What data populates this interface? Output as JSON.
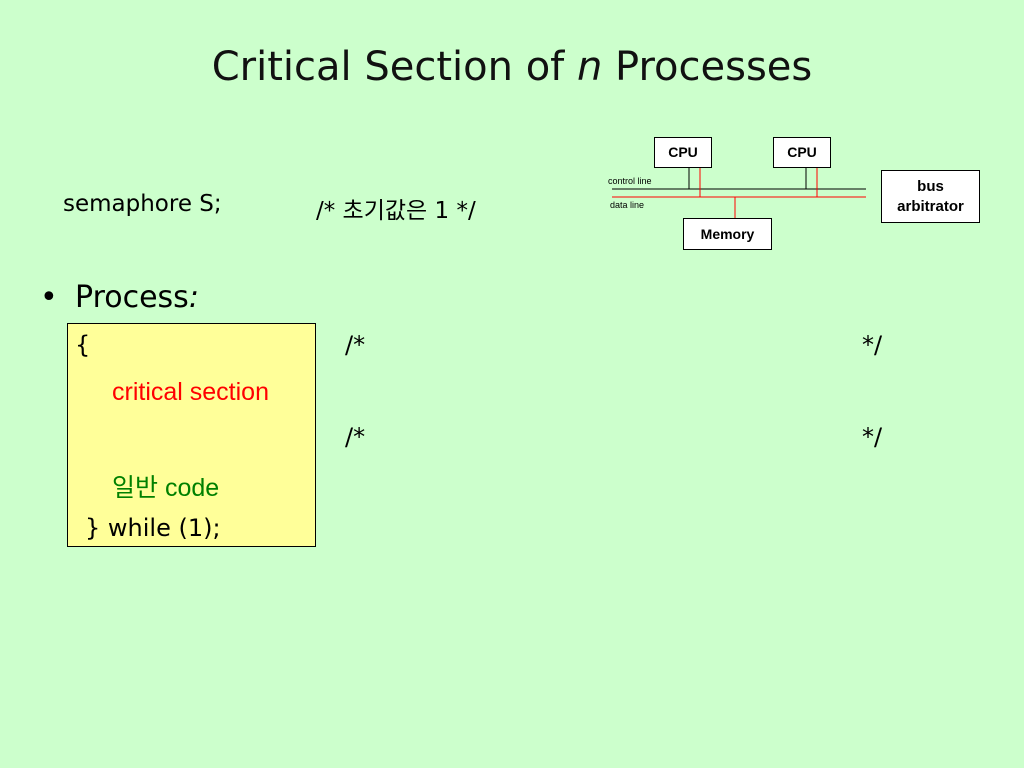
{
  "slide": {
    "title_prefix": "Critical Section of ",
    "title_var": "n",
    "title_suffix": " Processes",
    "semaphore_decl": "semaphore S;",
    "semaphore_comment": "/* 초기값은 1 */",
    "bullet_marker": "•",
    "bullet_label": "Process",
    "bullet_colon": ":",
    "code": {
      "open_brace": "{",
      "critical_section": "critical section",
      "general_code": "일반 code",
      "close_line": "} while (1);"
    },
    "comments": {
      "c1_open": "/*",
      "c1_close": "*/",
      "c2_open": "/*",
      "c2_close": "*/"
    }
  },
  "diagram": {
    "cpu1": "CPU",
    "cpu2": "CPU",
    "memory": "Memory",
    "arbiter_line1": "bus",
    "arbiter_line2": "arbitrator",
    "control_line_label": "control line",
    "data_line_label": "data line",
    "colors": {
      "control_line": "#000000",
      "data_line": "#ff0000"
    }
  }
}
